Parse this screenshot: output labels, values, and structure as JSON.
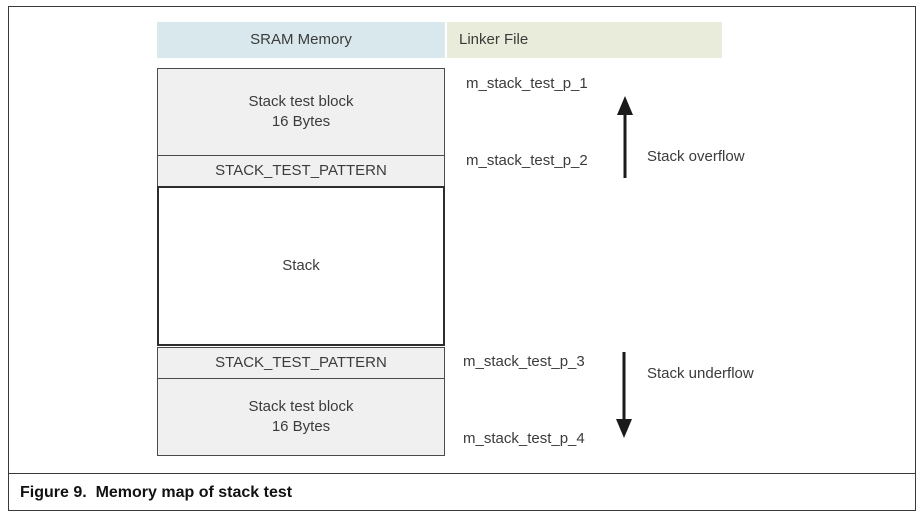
{
  "figure": {
    "caption": "Figure 9.  Memory map of stack test"
  },
  "columns": {
    "sram": {
      "header": "SRAM Memory",
      "header_color": "#d9e8ed"
    },
    "linker": {
      "header": "Linker File",
      "header_color": "#e9ecdb"
    }
  },
  "memory_blocks": [
    {
      "name": "stack-test-block-top",
      "line1": "Stack test block",
      "line2": "16 Bytes",
      "fill": "#f0f0f0"
    },
    {
      "name": "stack-test-pattern-top",
      "line1": "STACK_TEST_PATTERN",
      "fill": "#f0f0f0"
    },
    {
      "name": "stack",
      "line1": "Stack",
      "fill": "#ffffff"
    },
    {
      "name": "stack-test-pattern-bottom",
      "line1": "STACK_TEST_PATTERN",
      "fill": "#f0f0f0"
    },
    {
      "name": "stack-test-block-bottom",
      "line1": "Stack test block",
      "line2": "16 Bytes",
      "fill": "#f0f0f0"
    }
  ],
  "linker_symbols": [
    {
      "name": "m_stack_test_p_1",
      "label": "m_stack_test_p_1"
    },
    {
      "name": "m_stack_test_p_2",
      "label": "m_stack_test_p_2"
    },
    {
      "name": "m_stack_test_p_3",
      "label": "m_stack_test_p_3"
    },
    {
      "name": "m_stack_test_p_4",
      "label": "m_stack_test_p_4"
    }
  ],
  "annotations": [
    {
      "name": "stack-overflow",
      "label": "Stack overflow",
      "arrow_direction": "up",
      "between": [
        "m_stack_test_p_2",
        "m_stack_test_p_1"
      ]
    },
    {
      "name": "stack-underflow",
      "label": "Stack underflow",
      "arrow_direction": "down",
      "between": [
        "m_stack_test_p_3",
        "m_stack_test_p_4"
      ]
    }
  ],
  "colors": {
    "block_fill": "#f0f0f0",
    "block_border": "#4a4a4a",
    "stack_border": "#2d2d2d",
    "text": "#3b3b3b",
    "arrow": "#1a1a1a"
  }
}
